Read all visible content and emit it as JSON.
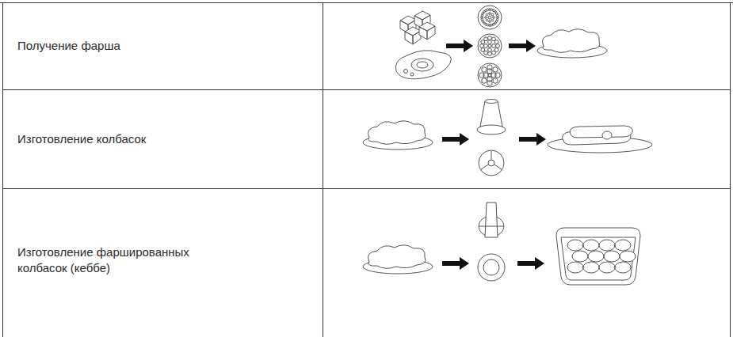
{
  "diagram": {
    "labels": [
      "Получение фарша",
      "Изготовление колбасок",
      "Изготовление фаршированных колбасок (кеббе)"
    ]
  }
}
